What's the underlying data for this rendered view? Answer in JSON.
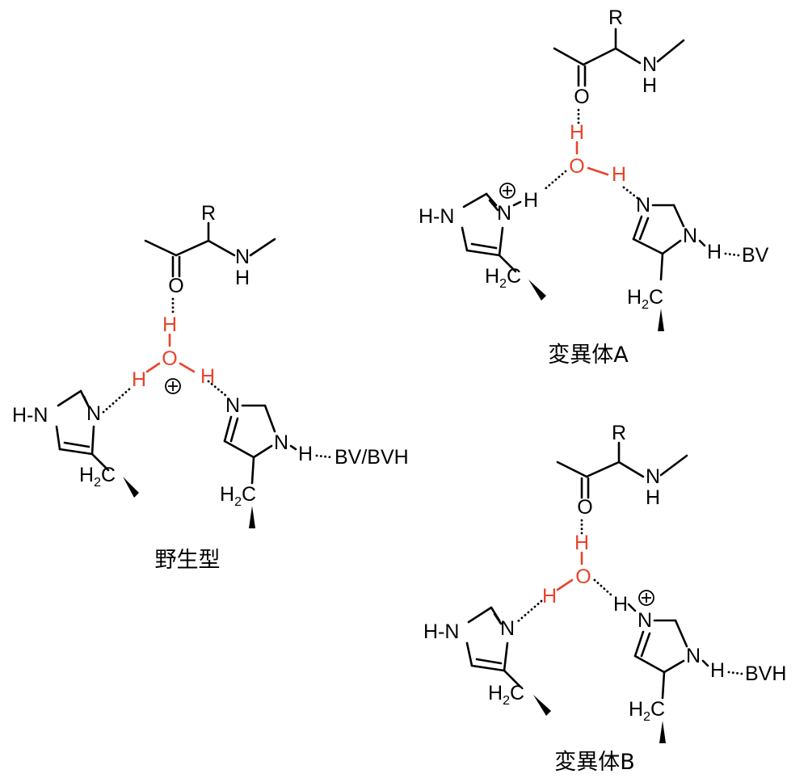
{
  "colors": {
    "water": "#e8442a",
    "structure": "#000000"
  },
  "panels": {
    "wild_type": {
      "caption": "野生型",
      "residue_R": "R",
      "carbonyl_O": "O",
      "amide_N": "N",
      "amide_H": "H",
      "water_H_top": "H",
      "water_O": "O",
      "water_H_left": "H",
      "water_H_right": "H",
      "water_charge": "+",
      "his_left_NH": "H-N",
      "his_left_N": "N",
      "his_left_CH2": "H",
      "his_left_sub": "2",
      "his_left_C": "C",
      "his_right_N_top": "N",
      "his_right_N": "N",
      "his_right_H": "H",
      "partner": "BV/BVH",
      "his_right_CH2": "H",
      "his_right_sub": "2",
      "his_right_C": "C"
    },
    "variant_a": {
      "caption": "変異体A",
      "residue_R": "R",
      "carbonyl_O": "O",
      "amide_N": "N",
      "amide_H": "H",
      "water_H_top": "H",
      "water_O": "O",
      "water_H_right": "H",
      "his_left_NH": "H-N",
      "his_left_N": "N",
      "his_left_H": "H",
      "his_left_charge": "+",
      "his_left_CH2": "H",
      "his_left_sub": "2",
      "his_left_C": "C",
      "his_right_N_top": "N",
      "his_right_N": "N",
      "his_right_H": "H",
      "partner": "BV",
      "his_right_CH2": "H",
      "his_right_sub": "2",
      "his_right_C": "C"
    },
    "variant_b": {
      "caption": "変異体B",
      "residue_R": "R",
      "carbonyl_O": "O",
      "amide_N": "N",
      "amide_H": "H",
      "water_H_top": "H",
      "water_O": "O",
      "water_H_left": "H",
      "his_left_NH": "H-N",
      "his_left_N": "N",
      "his_left_CH2": "H",
      "his_left_sub": "2",
      "his_left_C": "C",
      "his_right_H_top": "H",
      "his_right_N_top": "N",
      "his_right_charge": "+",
      "his_right_N": "N",
      "his_right_H": "H",
      "partner": "BVH",
      "his_right_CH2": "H",
      "his_right_sub": "2",
      "his_right_C": "C"
    }
  }
}
